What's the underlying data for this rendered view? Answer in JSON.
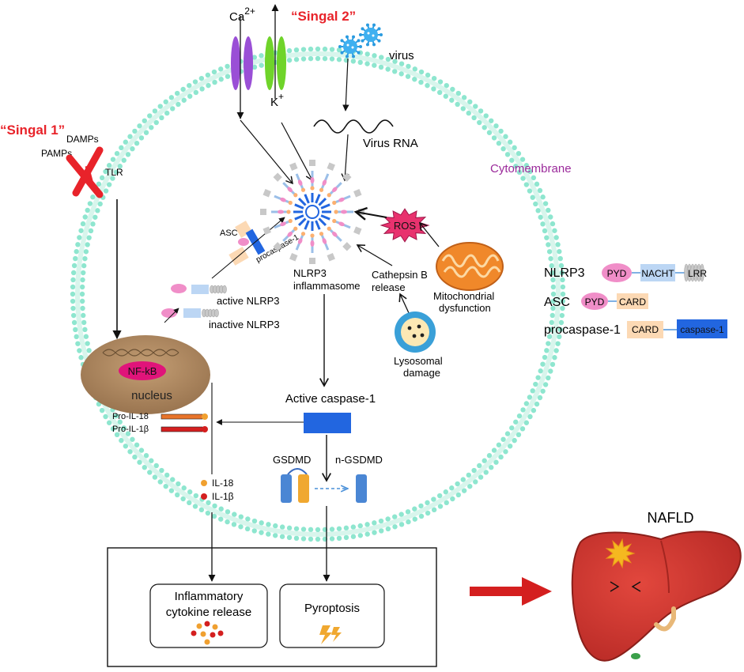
{
  "signals": {
    "signal1": "“Singal 1”",
    "signal2": "“Singal 2”"
  },
  "ions": {
    "ca": "Ca",
    "ca_sup": "2+",
    "k": "K",
    "k_sup": "+"
  },
  "labels": {
    "virus": "virus",
    "virus_rna": "Virus RNA",
    "cytomembrane": "Cytomembrane",
    "damps": "DAMPs",
    "pamps": "PAMPs",
    "tlr": "TLR",
    "asc": "ASC",
    "procaspase": "procaspase-1",
    "active_nlrp3": "active NLRP3",
    "inactive_nlrp3": "inactive NLRP3",
    "inflammasome_l1": "NLRP3",
    "inflammasome_l2": "inflammasome",
    "ros": "ROS",
    "cathepsin_l1": "Cathepsin B",
    "cathepsin_l2": "release",
    "mito_l1": "Mitochondrial",
    "mito_l2": "dysfunction",
    "lyso_l1": "Lysosomal",
    "lyso_l2": "damage",
    "nfkb": "NF-kB",
    "nucleus": "nucleus",
    "pro_il18": "Pro-IL-18",
    "pro_il1b": "Pro-IL-1β",
    "active_caspase": "Active caspase-1",
    "gsdmd": "GSDMD",
    "n_gsdmd": "n-GSDMD",
    "il18": "IL-18",
    "il1b": "IL-1β",
    "cytokine_l1": "Inflammatory",
    "cytokine_l2": "cytokine release",
    "pyroptosis": "Pyroptosis",
    "nafld": "NAFLD"
  },
  "legend": {
    "nlrp3": {
      "name": "NLRP3",
      "parts": [
        "PYD",
        "NACHT",
        "LRR"
      ]
    },
    "asc": {
      "name": "ASC",
      "parts": [
        "PYD",
        "CARD"
      ]
    },
    "procaspase": {
      "name": "procaspase-1",
      "parts": [
        "CARD",
        "caspase-1"
      ]
    }
  },
  "colors": {
    "signal": "#e8232a",
    "membrane": "#7fe0c8",
    "cytomembrane_label": "#9b2a9b",
    "pyd": "#f08ec8",
    "nacht": "#bcd6f4",
    "card": "#fcd9b4",
    "caspase": "#2266e0",
    "nucleus": "#b08a62",
    "nfkb": "#e0147a",
    "ros": "#e8326e",
    "liver": "#d83a33",
    "arrow_red": "#d41f1f"
  }
}
